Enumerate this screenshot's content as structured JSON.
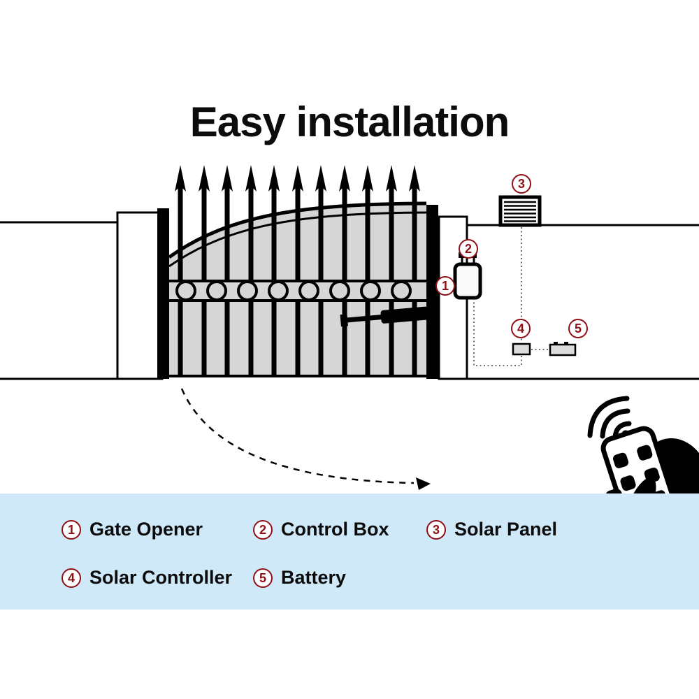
{
  "title": "Easy installation",
  "colors": {
    "accent_red": "#8e1016",
    "legend_bg": "#cfe9f8",
    "gate_fill": "#d6d6d6",
    "line_black": "#000000"
  },
  "legend": {
    "items": [
      {
        "num": "1",
        "label": "Gate Opener"
      },
      {
        "num": "2",
        "label": "Control Box"
      },
      {
        "num": "3",
        "label": "Solar Panel"
      },
      {
        "num": "4",
        "label": "Solar Controller"
      },
      {
        "num": "5",
        "label": "Battery"
      }
    ]
  }
}
